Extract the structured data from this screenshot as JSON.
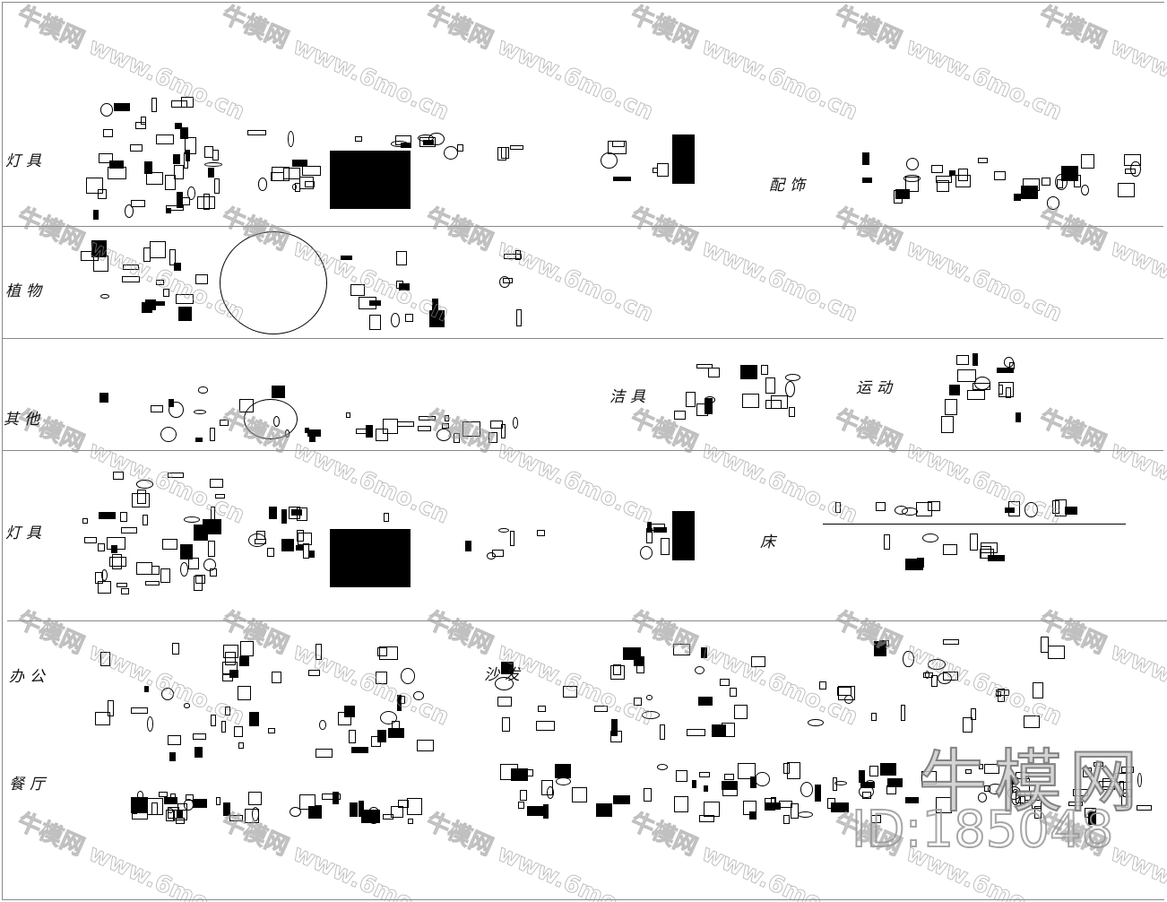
{
  "sections": {
    "lamps_1": "灯具",
    "accessories": "配饰",
    "plants": "植物",
    "others": "其他",
    "sanitary": "洁具",
    "sports": "运动",
    "lamps_2": "灯具",
    "bed": "床",
    "office": "办公",
    "sofa": "沙发",
    "dining": "餐厅"
  },
  "watermark": {
    "text": "牛模网 www.6mo.cn",
    "brand": "牛模网",
    "id": "ID:185048"
  }
}
